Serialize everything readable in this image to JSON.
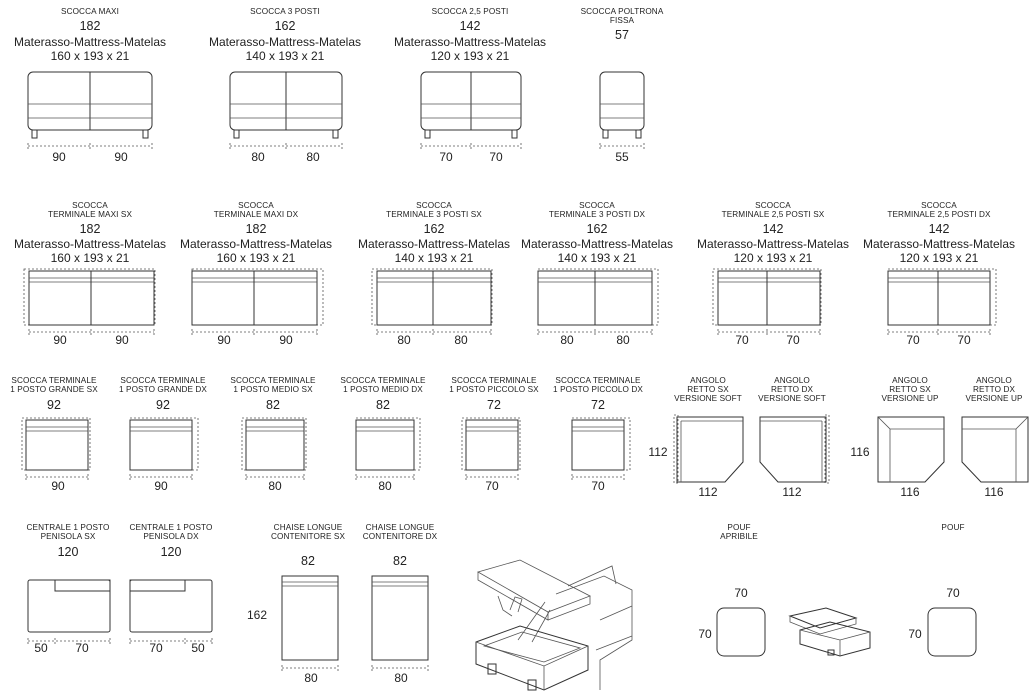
{
  "mattress_label": "Materasso-Mattress-Matelas",
  "row1": [
    {
      "name": "SCOCCA MAXI",
      "value": "182",
      "size": "160 x 193 x 21",
      "dims": [
        "90",
        "90"
      ]
    },
    {
      "name": "SCOCCA 3 POSTI",
      "value": "162",
      "size": "140 x 193 x 21",
      "dims": [
        "80",
        "80"
      ]
    },
    {
      "name": "SCOCCA 2,5 POSTI",
      "value": "142",
      "size": "120 x 193 x 21",
      "dims": [
        "70",
        "70"
      ]
    },
    {
      "name": "SCOCCA POLTRONA",
      "name2": "FISSA",
      "value": "57",
      "dims": [
        "55"
      ]
    }
  ],
  "row2": [
    {
      "name": "SCOCCA",
      "name2": "TERMINALE MAXI SX",
      "value": "182",
      "size": "160 x 193 x 21",
      "dims": [
        "90",
        "90"
      ]
    },
    {
      "name": "SCOCCA",
      "name2": "TERMINALE MAXI DX",
      "value": "182",
      "size": "160 x 193 x 21",
      "dims": [
        "90",
        "90"
      ]
    },
    {
      "name": "SCOCCA",
      "name2": "TERMINALE 3 POSTI SX",
      "value": "162",
      "size": "140 x 193 x 21",
      "dims": [
        "80",
        "80"
      ]
    },
    {
      "name": "SCOCCA",
      "name2": "TERMINALE 3 POSTI DX",
      "value": "162",
      "size": "140 x 193 x 21",
      "dims": [
        "80",
        "80"
      ]
    },
    {
      "name": "SCOCCA",
      "name2": "TERMINALE 2,5 POSTI SX",
      "value": "142",
      "size": "120 x 193 x 21",
      "dims": [
        "70",
        "70"
      ]
    },
    {
      "name": "SCOCCA",
      "name2": "TERMINALE 2,5 POSTI DX",
      "value": "142",
      "size": "120 x 193 x 21",
      "dims": [
        "70",
        "70"
      ]
    }
  ],
  "row3": [
    {
      "name": "SCOCCA TERMINALE",
      "name2": "1 POSTO GRANDE SX",
      "value": "92",
      "dims": [
        "90"
      ]
    },
    {
      "name": "SCOCCA TERMINALE",
      "name2": "1 POSTO GRANDE DX",
      "value": "92",
      "dims": [
        "90"
      ]
    },
    {
      "name": "SCOCCA TERMINALE",
      "name2": "1 POSTO MEDIO SX",
      "value": "82",
      "dims": [
        "80"
      ]
    },
    {
      "name": "SCOCCA TERMINALE",
      "name2": "1 POSTO MEDIO DX",
      "value": "82",
      "dims": [
        "80"
      ]
    },
    {
      "name": "SCOCCA TERMINALE",
      "name2": "1 POSTO PICCOLO SX",
      "value": "72",
      "dims": [
        "70"
      ]
    },
    {
      "name": "SCOCCA TERMINALE",
      "name2": "1 POSTO PICCOLO DX",
      "value": "72",
      "dims": [
        "70"
      ]
    }
  ],
  "corners": [
    {
      "name": "ANGOLO",
      "name2": "RETTO SX",
      "name3": "VERSIONE SOFT",
      "dims": [
        "112"
      ]
    },
    {
      "name": "ANGOLO",
      "name2": "RETTO DX",
      "name3": "VERSIONE SOFT",
      "dims": [
        "112"
      ]
    },
    {
      "name": "ANGOLO",
      "name2": "RETTO SX",
      "name3": "VERSIONE UP",
      "dims": [
        "116"
      ]
    },
    {
      "name": "ANGOLO",
      "name2": "RETTO DX",
      "name3": "VERSIONE UP",
      "dims": [
        "116"
      ]
    }
  ],
  "corner_side_dims": [
    "112",
    "116"
  ],
  "row4": [
    {
      "name": "CENTRALE 1 POSTO",
      "name2": "PENISOLA SX",
      "value": "120",
      "dims": [
        "50",
        "70"
      ]
    },
    {
      "name": "CENTRALE 1 POSTO",
      "name2": "PENISOLA DX",
      "value": "120",
      "dims": [
        "70",
        "50"
      ]
    },
    {
      "name": "CHAISE LONGUE",
      "name2": "CONTENITORE SX",
      "value": "82",
      "dims": [
        "80"
      ]
    },
    {
      "name": "CHAISE LONGUE",
      "name2": "CONTENITORE DX",
      "value": "82",
      "dims": [
        "80"
      ]
    }
  ],
  "chaise_side_dim": "162",
  "poufs": [
    {
      "name": "POUF",
      "name2": "APRIBILE",
      "dims": [
        "70",
        "70"
      ]
    },
    {
      "name": "POUF",
      "dims": [
        "70",
        "70"
      ]
    }
  ]
}
